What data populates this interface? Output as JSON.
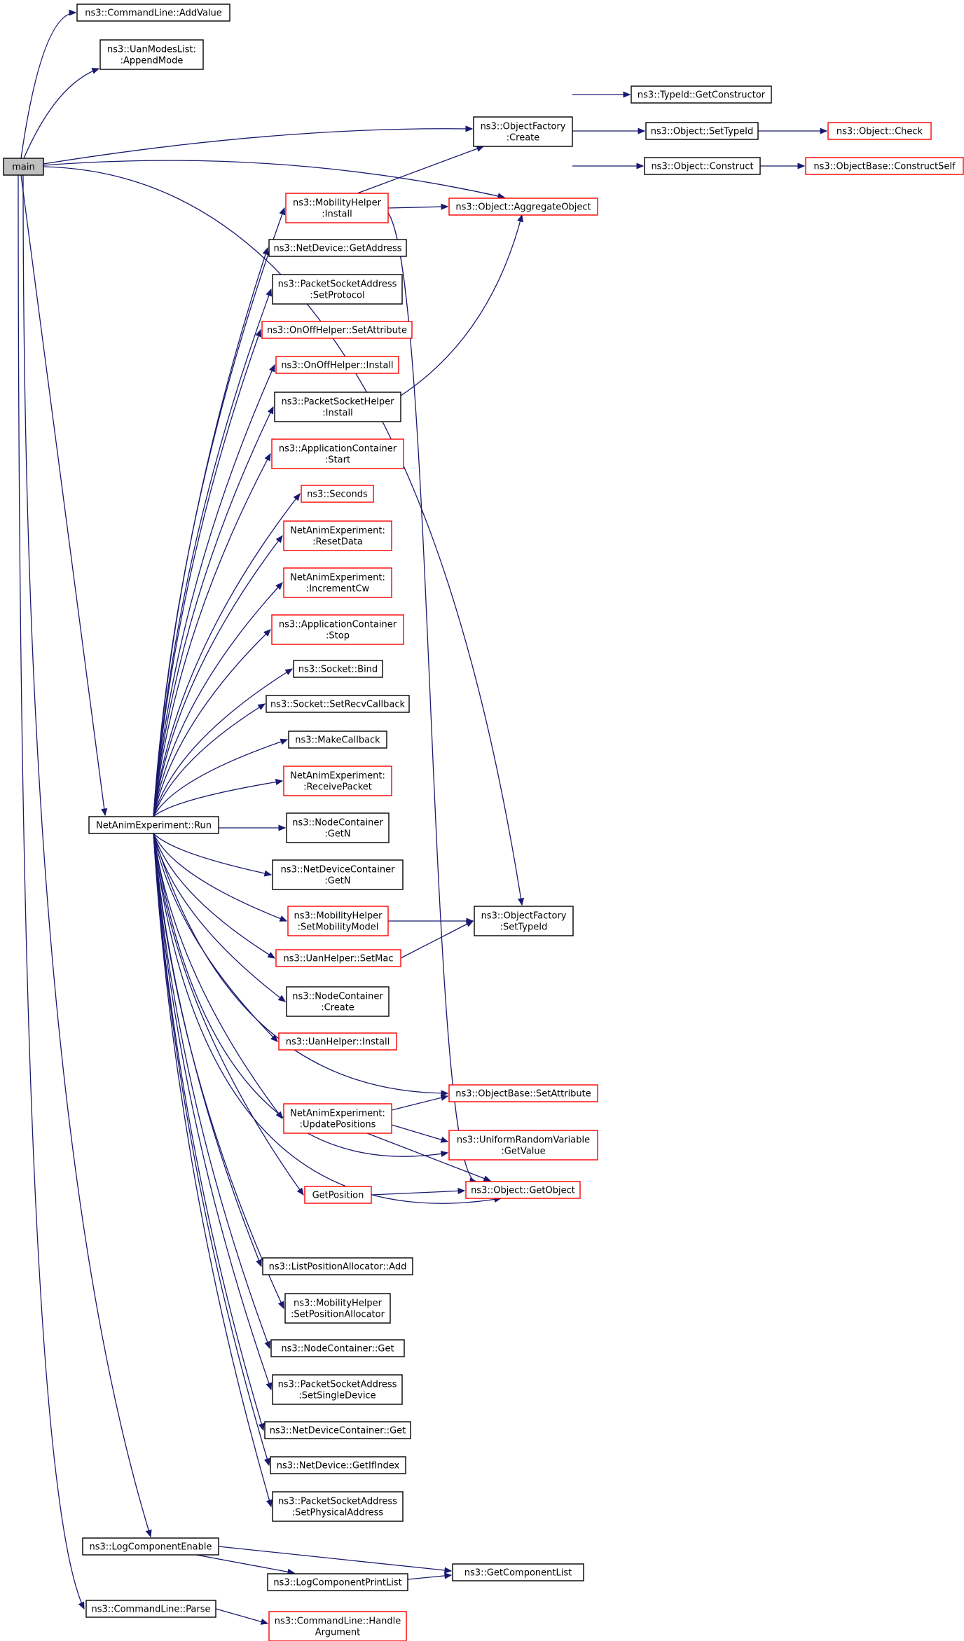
{
  "colors": {
    "edge": "#191970",
    "border_normal": "#000000",
    "border_truncated": "#ff0000",
    "fill_root": "#bfbfbf",
    "fill_node": "#ffffff"
  },
  "nodes": [
    {
      "id": "main",
      "lines": [
        "main"
      ],
      "kind": "root"
    },
    {
      "id": "cl_addvalue",
      "lines": [
        "ns3::CommandLine::AddValue"
      ],
      "kind": "normal"
    },
    {
      "id": "uan_appendmode",
      "lines": [
        "ns3::UanModesList:",
        ":AppendMode"
      ],
      "kind": "normal"
    },
    {
      "id": "of_create",
      "lines": [
        "ns3::ObjectFactory",
        ":Create"
      ],
      "kind": "normal"
    },
    {
      "id": "typeid_getconstructor",
      "lines": [
        "ns3::TypeId::GetConstructor"
      ],
      "kind": "normal"
    },
    {
      "id": "obj_settypeid",
      "lines": [
        "ns3::Object::SetTypeId"
      ],
      "kind": "normal"
    },
    {
      "id": "obj_check",
      "lines": [
        "ns3::Object::Check"
      ],
      "kind": "truncated"
    },
    {
      "id": "obj_construct",
      "lines": [
        "ns3::Object::Construct"
      ],
      "kind": "normal"
    },
    {
      "id": "objbase_constructself",
      "lines": [
        "ns3::ObjectBase::ConstructSelf"
      ],
      "kind": "truncated"
    },
    {
      "id": "mob_install",
      "lines": [
        "ns3::MobilityHelper",
        ":Install"
      ],
      "kind": "truncated"
    },
    {
      "id": "obj_aggregate",
      "lines": [
        "ns3::Object::AggregateObject"
      ],
      "kind": "truncated"
    },
    {
      "id": "nd_getaddress",
      "lines": [
        "ns3::NetDevice::GetAddress"
      ],
      "kind": "normal"
    },
    {
      "id": "psa_setprotocol",
      "lines": [
        "ns3::PacketSocketAddress",
        ":SetProtocol"
      ],
      "kind": "normal"
    },
    {
      "id": "onoff_setattr",
      "lines": [
        "ns3::OnOffHelper::SetAttribute"
      ],
      "kind": "truncated"
    },
    {
      "id": "onoff_install",
      "lines": [
        "ns3::OnOffHelper::Install"
      ],
      "kind": "truncated"
    },
    {
      "id": "psh_install",
      "lines": [
        "ns3::PacketSocketHelper",
        ":Install"
      ],
      "kind": "normal"
    },
    {
      "id": "ac_start",
      "lines": [
        "ns3::ApplicationContainer",
        ":Start"
      ],
      "kind": "truncated"
    },
    {
      "id": "seconds",
      "lines": [
        "ns3::Seconds"
      ],
      "kind": "truncated"
    },
    {
      "id": "nae_resetdata",
      "lines": [
        "NetAnimExperiment:",
        ":ResetData"
      ],
      "kind": "truncated"
    },
    {
      "id": "nae_incrementcw",
      "lines": [
        "NetAnimExperiment:",
        ":IncrementCw"
      ],
      "kind": "truncated"
    },
    {
      "id": "ac_stop",
      "lines": [
        "ns3::ApplicationContainer",
        ":Stop"
      ],
      "kind": "truncated"
    },
    {
      "id": "sock_bind",
      "lines": [
        "ns3::Socket::Bind"
      ],
      "kind": "normal"
    },
    {
      "id": "sock_setrecv",
      "lines": [
        "ns3::Socket::SetRecvCallback"
      ],
      "kind": "normal"
    },
    {
      "id": "makecallback",
      "lines": [
        "ns3::MakeCallback"
      ],
      "kind": "normal"
    },
    {
      "id": "nae_receivepacket",
      "lines": [
        "NetAnimExperiment:",
        ":ReceivePacket"
      ],
      "kind": "truncated"
    },
    {
      "id": "nae_run",
      "lines": [
        "NetAnimExperiment::Run"
      ],
      "kind": "normal"
    },
    {
      "id": "nc_getn",
      "lines": [
        "ns3::NodeContainer",
        ":GetN"
      ],
      "kind": "normal"
    },
    {
      "id": "ndc_getn",
      "lines": [
        "ns3::NetDeviceContainer",
        ":GetN"
      ],
      "kind": "normal"
    },
    {
      "id": "mob_setmobmodel",
      "lines": [
        "ns3::MobilityHelper",
        ":SetMobilityModel"
      ],
      "kind": "truncated"
    },
    {
      "id": "of_settypeid",
      "lines": [
        "ns3::ObjectFactory",
        ":SetTypeId"
      ],
      "kind": "normal"
    },
    {
      "id": "uan_setmac",
      "lines": [
        "ns3::UanHelper::SetMac"
      ],
      "kind": "truncated"
    },
    {
      "id": "nc_create",
      "lines": [
        "ns3::NodeContainer",
        ":Create"
      ],
      "kind": "normal"
    },
    {
      "id": "uan_install",
      "lines": [
        "ns3::UanHelper::Install"
      ],
      "kind": "truncated"
    },
    {
      "id": "objbase_setattr",
      "lines": [
        "ns3::ObjectBase::SetAttribute"
      ],
      "kind": "truncated"
    },
    {
      "id": "nae_updatepos",
      "lines": [
        "NetAnimExperiment:",
        ":UpdatePositions"
      ],
      "kind": "truncated"
    },
    {
      "id": "urv_getvalue",
      "lines": [
        "ns3::UniformRandomVariable",
        ":GetValue"
      ],
      "kind": "truncated"
    },
    {
      "id": "getposition",
      "lines": [
        "GetPosition"
      ],
      "kind": "truncated"
    },
    {
      "id": "obj_getobject",
      "lines": [
        "ns3::Object::GetObject"
      ],
      "kind": "truncated"
    },
    {
      "id": "lpa_add",
      "lines": [
        "ns3::ListPositionAllocator::Add"
      ],
      "kind": "normal"
    },
    {
      "id": "mob_setposalloc",
      "lines": [
        "ns3::MobilityHelper",
        ":SetPositionAllocator"
      ],
      "kind": "normal"
    },
    {
      "id": "nc_get",
      "lines": [
        "ns3::NodeContainer::Get"
      ],
      "kind": "normal"
    },
    {
      "id": "psa_setsingle",
      "lines": [
        "ns3::PacketSocketAddress",
        ":SetSingleDevice"
      ],
      "kind": "normal"
    },
    {
      "id": "ndc_get",
      "lines": [
        "ns3::NetDeviceContainer::Get"
      ],
      "kind": "normal"
    },
    {
      "id": "nd_getifindex",
      "lines": [
        "ns3::NetDevice::GetIfIndex"
      ],
      "kind": "normal"
    },
    {
      "id": "psa_setphys",
      "lines": [
        "ns3::PacketSocketAddress",
        ":SetPhysicalAddress"
      ],
      "kind": "normal"
    },
    {
      "id": "log_enable",
      "lines": [
        "ns3::LogComponentEnable"
      ],
      "kind": "normal"
    },
    {
      "id": "log_printlist",
      "lines": [
        "ns3::LogComponentPrintList"
      ],
      "kind": "normal"
    },
    {
      "id": "getcomplist",
      "lines": [
        "ns3::GetComponentList"
      ],
      "kind": "normal"
    },
    {
      "id": "cl_parse",
      "lines": [
        "ns3::CommandLine::Parse"
      ],
      "kind": "normal"
    },
    {
      "id": "cl_handlearg",
      "lines": [
        "ns3::CommandLine::Handle",
        "Argument"
      ],
      "kind": "truncated"
    }
  ],
  "edges": [
    [
      "main",
      "cl_addvalue"
    ],
    [
      "main",
      "uan_appendmode"
    ],
    [
      "main",
      "of_create"
    ],
    [
      "main",
      "obj_aggregate"
    ],
    [
      "main",
      "of_settypeid"
    ],
    [
      "main",
      "nae_run"
    ],
    [
      "main",
      "log_enable"
    ],
    [
      "main",
      "cl_parse"
    ],
    [
      "of_create",
      "typeid_getconstructor"
    ],
    [
      "of_create",
      "obj_settypeid"
    ],
    [
      "of_create",
      "obj_construct"
    ],
    [
      "obj_settypeid",
      "obj_check"
    ],
    [
      "obj_construct",
      "objbase_constructself"
    ],
    [
      "mob_install",
      "of_create"
    ],
    [
      "mob_install",
      "obj_aggregate"
    ],
    [
      "mob_install",
      "obj_getobject"
    ],
    [
      "psh_install",
      "obj_aggregate"
    ],
    [
      "nae_run",
      "mob_install"
    ],
    [
      "nae_run",
      "nd_getaddress"
    ],
    [
      "nae_run",
      "psa_setprotocol"
    ],
    [
      "nae_run",
      "onoff_setattr"
    ],
    [
      "nae_run",
      "onoff_install"
    ],
    [
      "nae_run",
      "psh_install"
    ],
    [
      "nae_run",
      "ac_start"
    ],
    [
      "nae_run",
      "seconds"
    ],
    [
      "nae_run",
      "nae_resetdata"
    ],
    [
      "nae_run",
      "nae_incrementcw"
    ],
    [
      "nae_run",
      "ac_stop"
    ],
    [
      "nae_run",
      "sock_bind"
    ],
    [
      "nae_run",
      "sock_setrecv"
    ],
    [
      "nae_run",
      "makecallback"
    ],
    [
      "nae_run",
      "nae_receivepacket"
    ],
    [
      "nae_run",
      "nc_getn"
    ],
    [
      "nae_run",
      "ndc_getn"
    ],
    [
      "nae_run",
      "mob_setmobmodel"
    ],
    [
      "nae_run",
      "uan_setmac"
    ],
    [
      "nae_run",
      "nc_create"
    ],
    [
      "nae_run",
      "uan_install"
    ],
    [
      "nae_run",
      "objbase_setattr"
    ],
    [
      "nae_run",
      "nae_updatepos"
    ],
    [
      "nae_run",
      "urv_getvalue"
    ],
    [
      "nae_run",
      "getposition"
    ],
    [
      "nae_run",
      "obj_getobject"
    ],
    [
      "nae_run",
      "lpa_add"
    ],
    [
      "nae_run",
      "mob_setposalloc"
    ],
    [
      "nae_run",
      "nc_get"
    ],
    [
      "nae_run",
      "psa_setsingle"
    ],
    [
      "nae_run",
      "ndc_get"
    ],
    [
      "nae_run",
      "nd_getifindex"
    ],
    [
      "nae_run",
      "psa_setphys"
    ],
    [
      "mob_setmobmodel",
      "of_settypeid"
    ],
    [
      "uan_setmac",
      "of_settypeid"
    ],
    [
      "nae_updatepos",
      "objbase_setattr"
    ],
    [
      "nae_updatepos",
      "urv_getvalue"
    ],
    [
      "nae_updatepos",
      "obj_getobject"
    ],
    [
      "getposition",
      "obj_getobject"
    ],
    [
      "log_enable",
      "getcomplist"
    ],
    [
      "log_enable",
      "log_printlist"
    ],
    [
      "log_printlist",
      "getcomplist"
    ],
    [
      "cl_parse",
      "cl_handlearg"
    ]
  ]
}
